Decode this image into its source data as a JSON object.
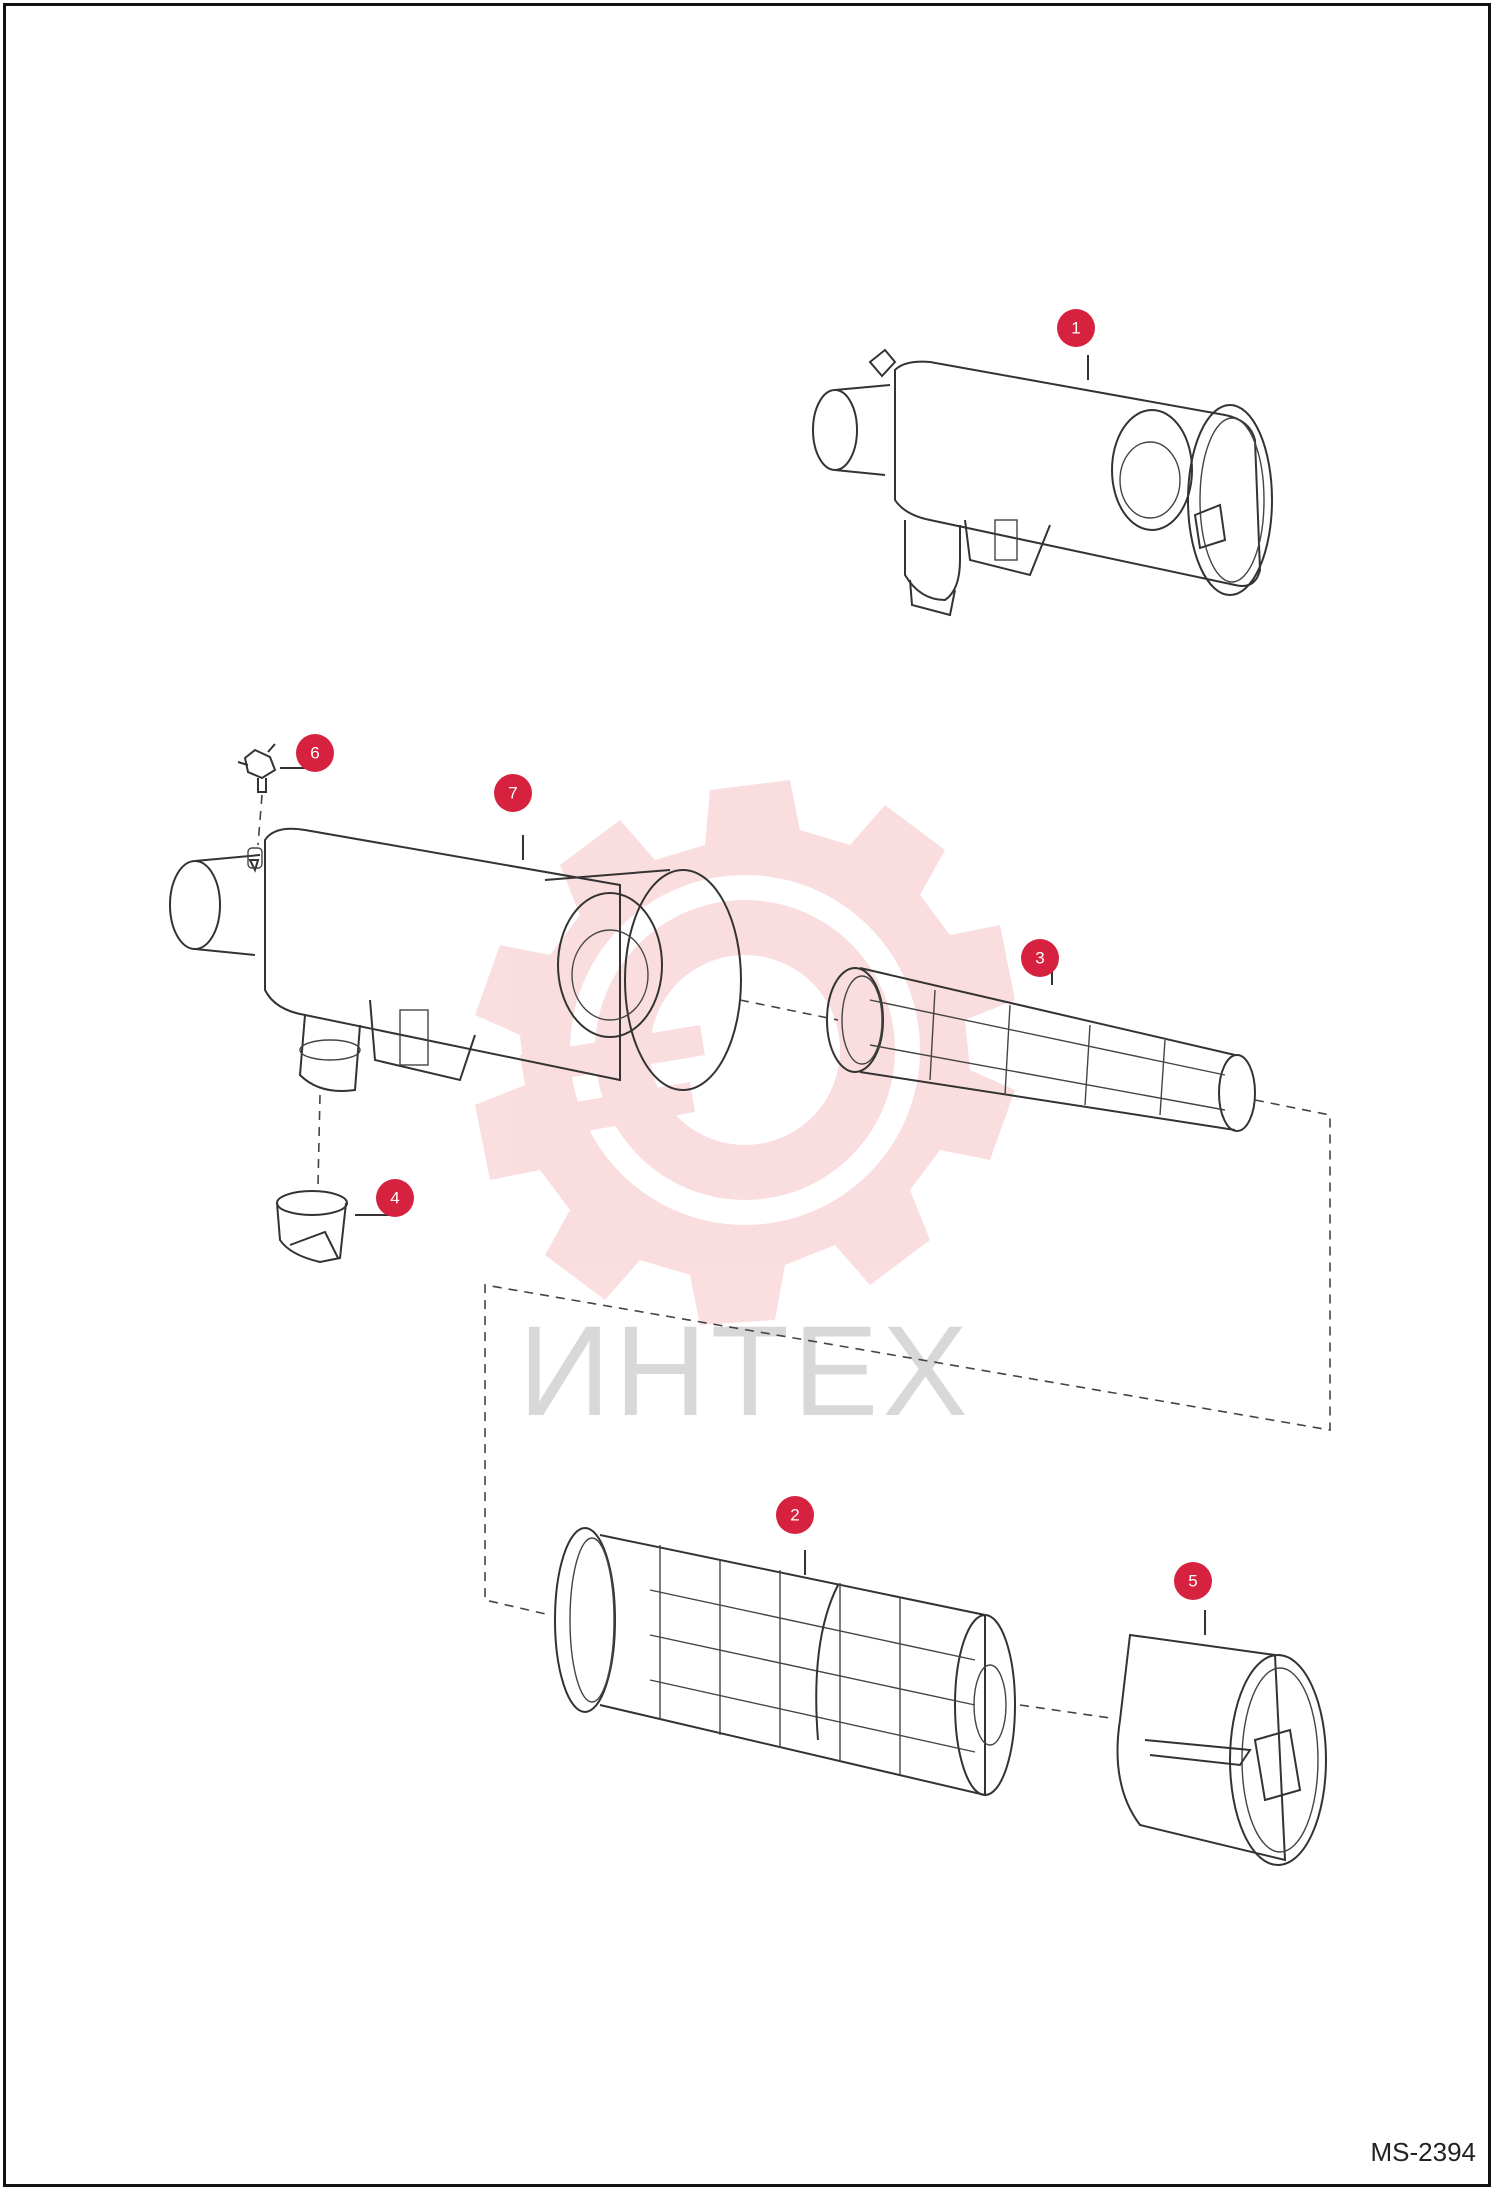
{
  "drawing_code": "MS-2394",
  "watermark": {
    "text": "ИНТЕХ",
    "color": "#f6c3c6"
  },
  "badge_color": "#d6223e",
  "callouts": [
    {
      "id": "callout-1",
      "label": "1"
    },
    {
      "id": "callout-2",
      "label": "2"
    },
    {
      "id": "callout-3",
      "label": "3"
    },
    {
      "id": "callout-4",
      "label": "4"
    },
    {
      "id": "callout-5",
      "label": "5"
    },
    {
      "id": "callout-6",
      "label": "6"
    },
    {
      "id": "callout-7",
      "label": "7"
    }
  ]
}
